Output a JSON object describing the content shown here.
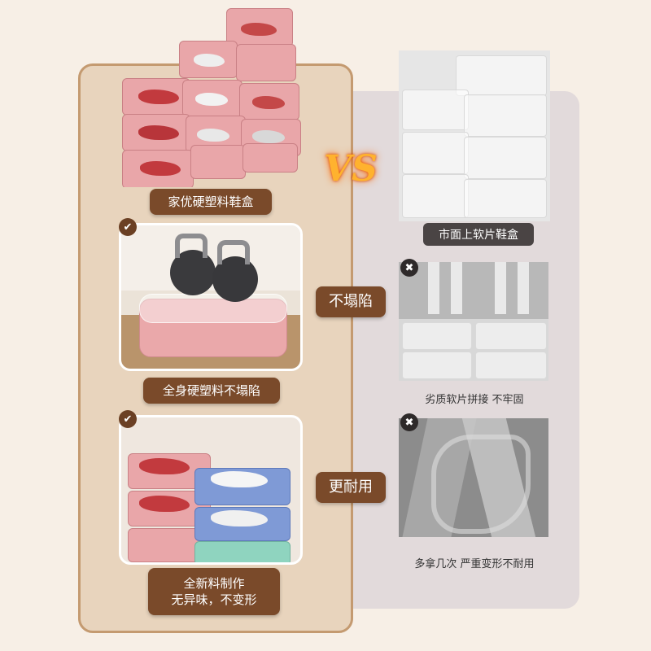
{
  "left": {
    "title_label": "家优硬塑料鞋盒",
    "check_mark": "✔",
    "feature1": {
      "caption": "全身硬塑料不塌陷"
    },
    "feature2": {
      "caption_line1": "全新料制作",
      "caption_line2": "无异味，不变形"
    }
  },
  "middle": {
    "vs_text": "VS",
    "tag1": "不塌陷",
    "tag2": "更耐用"
  },
  "right": {
    "title_label": "市面上软片鞋盒",
    "x_mark": "✖",
    "caption1": "劣质软片拼接 不牢固",
    "caption2": "多拿几次 严重变形不耐用"
  },
  "colors": {
    "brown_label": "#7a4a2a",
    "left_panel": "#e8d4bd",
    "right_panel": "#e2dadb",
    "pink_box": "#e9a6a9",
    "blue_box": "#7f9ad6"
  }
}
